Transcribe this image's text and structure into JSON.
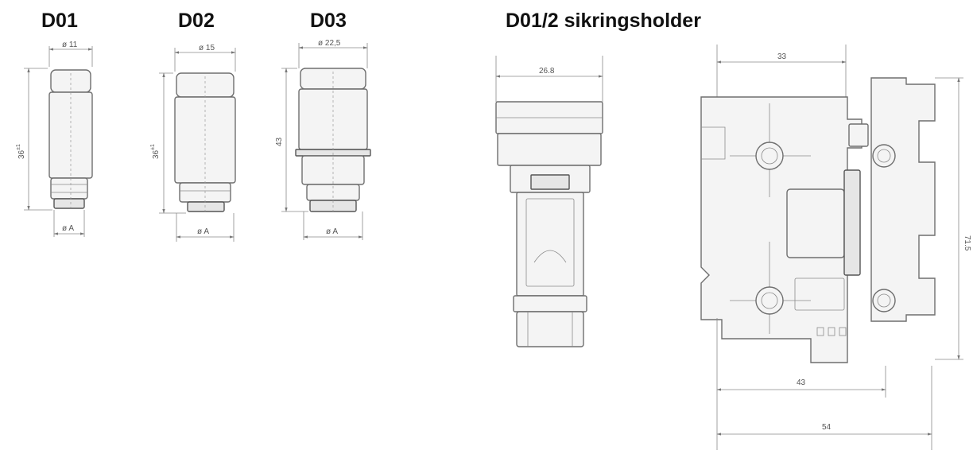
{
  "titles": {
    "d01": "D01",
    "d02": "D02",
    "d03": "D03",
    "holder": "D01/2 sikringsholder"
  },
  "dimensions": {
    "d01_dia": "ø 11",
    "d01_len": "36",
    "d01_tol": "±1",
    "d01_base": "ø A",
    "d02_dia": "ø 15",
    "d02_len": "36",
    "d02_tol": "±1",
    "d02_base": "ø A",
    "d03_dia": "ø 22,5",
    "d03_len": "43",
    "d03_base": "ø A",
    "holder_width": "26.8",
    "holder_top": "33",
    "holder_height": "71.5",
    "holder_depth1": "43",
    "holder_depth2": "54"
  },
  "colors": {
    "line": "#6e6e6e",
    "text": "#111111"
  }
}
